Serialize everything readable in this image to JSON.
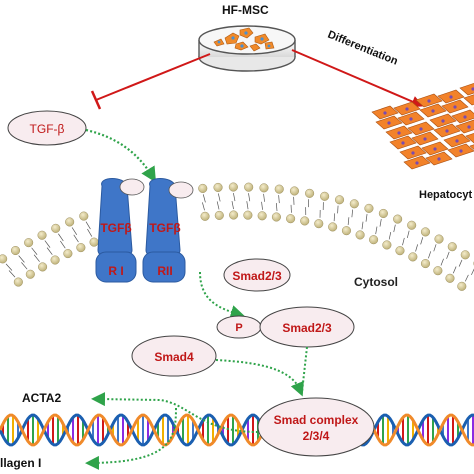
{
  "labels": {
    "hf_msc": "HF-MSC",
    "differentiation": "Differentiation",
    "hepatocyte": "Hepatocyt",
    "tgf_beta": "TGF-β",
    "receptor_ligand": "TGFβ",
    "receptor_1": "R Ι",
    "receptor_2": "RΙΙ",
    "cytosol": "Cytosol",
    "smad23": "Smad2/3",
    "phospho": "P",
    "smad23_p": "Smad2/3",
    "smad4": "Smad4",
    "smad_complex_line1": "Smad complex",
    "smad_complex_line2": "2/3/4",
    "acta2": "ACTA2",
    "collagen": "llagen Ι"
  },
  "colors": {
    "red": "#d01818",
    "green": "#2fa34a",
    "receptor_blue": "#3f76c8",
    "ellipse_fill": "#f8ecef",
    "membrane_head": "#d9cf9c",
    "hepatocyte": "#f2822a",
    "cell_orange": "#f08a2a"
  },
  "icons": [
    "petri-dish-icon",
    "hepatocyte-sheet-icon",
    "dna-helix-icon",
    "cell-membrane-icon"
  ]
}
